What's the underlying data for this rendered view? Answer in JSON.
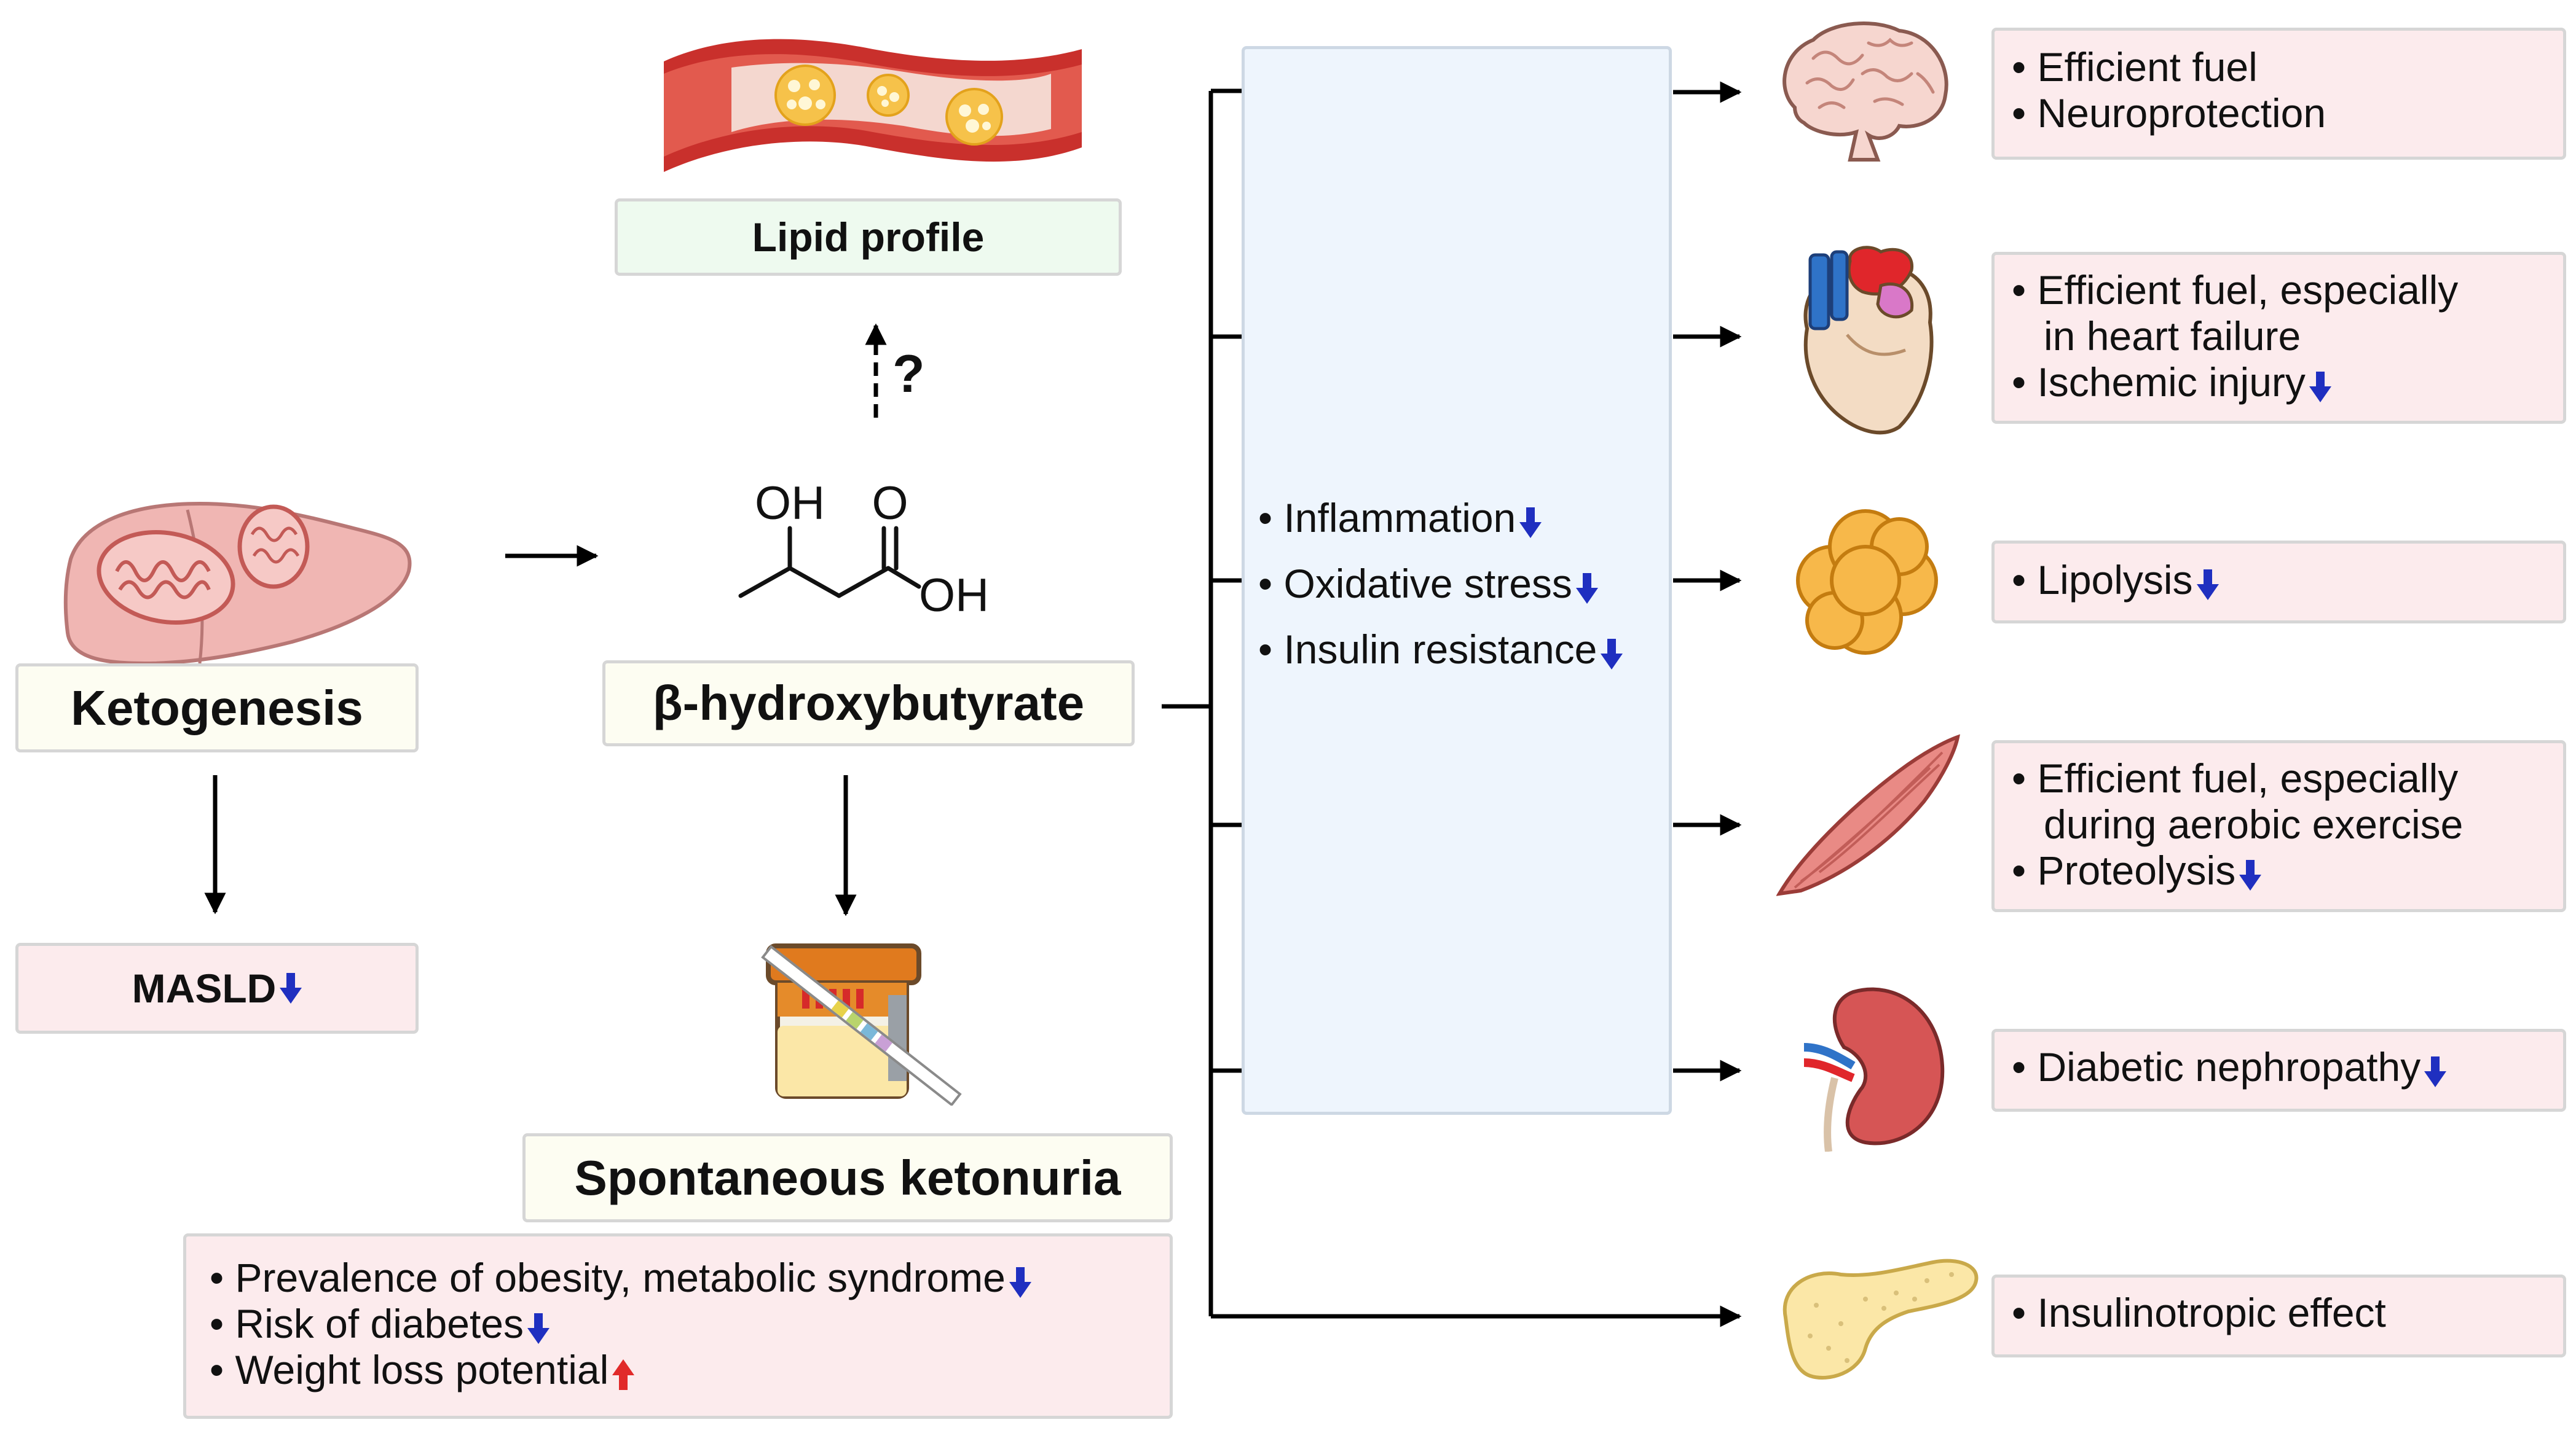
{
  "center": {
    "ketogenesis": "Ketogenesis",
    "masld": "MASLD",
    "bhb": "β-hydroxybutyrate",
    "lipid_profile": "Lipid profile",
    "question": "?",
    "ketonuria": "Spontaneous ketonuria",
    "molecule": {
      "oh1": "OH",
      "o": "O",
      "oh2": "OH"
    }
  },
  "ketonuria_effects": [
    {
      "text": "Prevalence of obesity, metabolic syndrome",
      "arrow": "down"
    },
    {
      "text": "Risk of diabetes",
      "arrow": "down"
    },
    {
      "text": "Weight loss potential",
      "arrow": "up"
    }
  ],
  "systemic_effects": [
    {
      "text": "Inflammation",
      "arrow": "down"
    },
    {
      "text": "Oxidative stress",
      "arrow": "down"
    },
    {
      "text": "Insulin resistance",
      "arrow": "down"
    }
  ],
  "organs": [
    {
      "organ_icon": "brain-icon",
      "bullets": [
        {
          "lines": [
            "Efficient fuel"
          ]
        },
        {
          "lines": [
            "Neuroprotection"
          ]
        }
      ]
    },
    {
      "organ_icon": "heart-icon",
      "bullets": [
        {
          "lines": [
            "Efficient fuel, especially",
            "in heart failure"
          ]
        },
        {
          "lines": [
            "Ischemic injury"
          ],
          "arrow": "down"
        }
      ]
    },
    {
      "organ_icon": "adipose-icon",
      "bullets": [
        {
          "lines": [
            "Lipolysis"
          ],
          "arrow": "down"
        }
      ]
    },
    {
      "organ_icon": "muscle-icon",
      "bullets": [
        {
          "lines": [
            "Efficient fuel, especially",
            "during aerobic exercise"
          ]
        },
        {
          "lines": [
            "Proteolysis"
          ],
          "arrow": "down"
        }
      ]
    },
    {
      "organ_icon": "kidney-icon",
      "bullets": [
        {
          "lines": [
            "Diabetic nephropathy"
          ],
          "arrow": "down"
        }
      ]
    },
    {
      "organ_icon": "pancreas-icon",
      "bullets": [
        {
          "lines": [
            "Insulinotropic effect"
          ]
        }
      ]
    }
  ],
  "colors": {
    "down_arrow": "#1f2fc0",
    "up_arrow": "#e12a2a",
    "pink_box": "#fcebed",
    "cream_box": "#fdfdf2",
    "green_box": "#eefaef",
    "blue_box": "#eef5fd"
  }
}
